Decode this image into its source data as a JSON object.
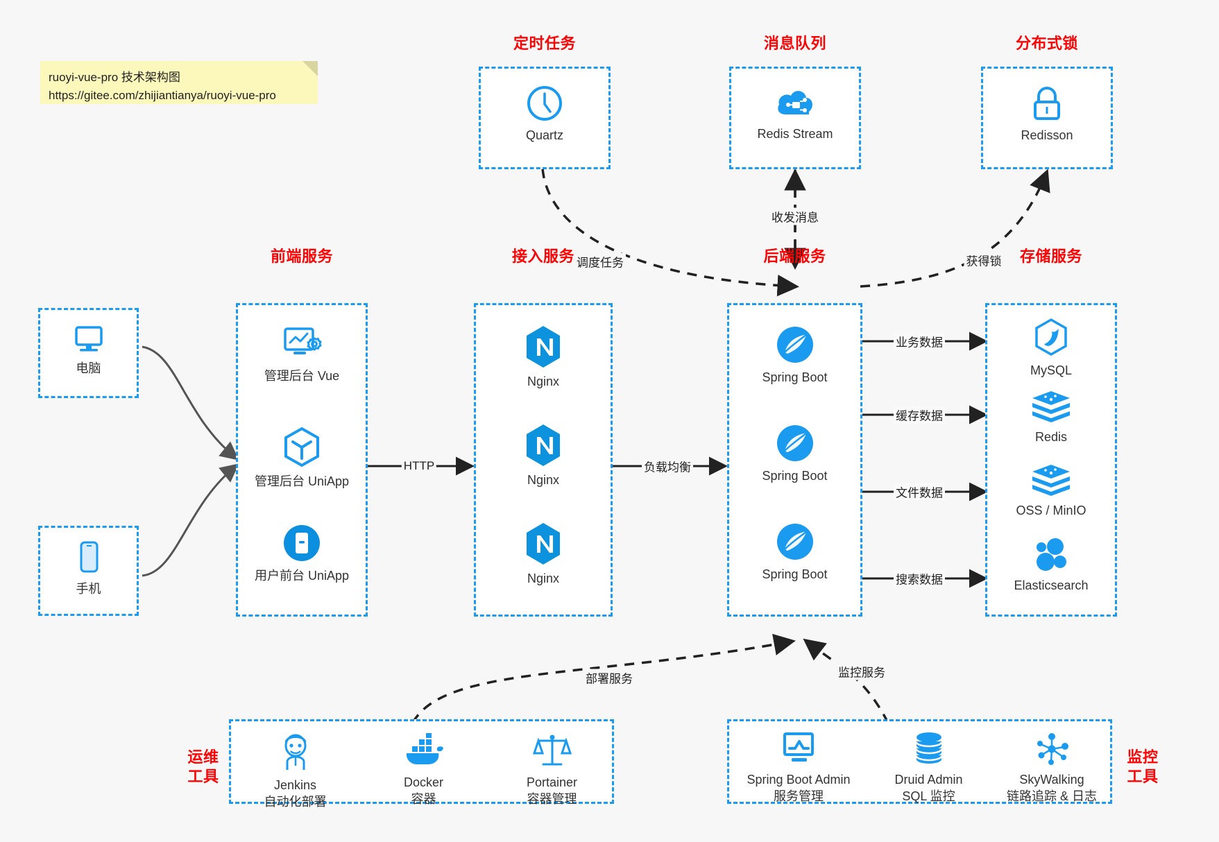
{
  "note": {
    "line1": "ruoyi-vue-pro 技术架构图",
    "line2": "https://gitee.com/zhijiantianya/ruoyi-vue-pro"
  },
  "colors": {
    "accent_blue": "#1a9bf0",
    "title_red": "#fa0505",
    "arrow_gray": "#555555",
    "background": "#f7f7f7",
    "note_yellow": "#fcf7ba"
  },
  "groups": {
    "scheduled_task": {
      "title": "定时任务",
      "items": [
        {
          "label": "Quartz",
          "icon": "clock-icon"
        }
      ]
    },
    "message_queue": {
      "title": "消息队列",
      "items": [
        {
          "label": "Redis Stream",
          "icon": "cloud-stream-icon"
        }
      ]
    },
    "distributed_lock": {
      "title": "分布式锁",
      "items": [
        {
          "label": "Redisson",
          "icon": "lock-icon"
        }
      ]
    },
    "client_pc": {
      "title": "",
      "items": [
        {
          "label": "电脑",
          "icon": "desktop-icon"
        }
      ]
    },
    "client_mobile": {
      "title": "",
      "items": [
        {
          "label": "手机",
          "icon": "phone-icon"
        }
      ]
    },
    "frontend": {
      "title": "前端服务",
      "items": [
        {
          "label": "管理后台 Vue",
          "icon": "dashboard-gear-icon"
        },
        {
          "label": "管理后台 UniApp",
          "icon": "cube-icon"
        },
        {
          "label": "用户前台 UniApp",
          "icon": "mobile-app-icon"
        }
      ]
    },
    "gateway": {
      "title": "接入服务",
      "items": [
        {
          "label": "Nginx",
          "icon": "nginx-icon"
        },
        {
          "label": "Nginx",
          "icon": "nginx-icon"
        },
        {
          "label": "Nginx",
          "icon": "nginx-icon"
        }
      ]
    },
    "backend": {
      "title": "后端服务",
      "items": [
        {
          "label": "Spring Boot",
          "icon": "spring-boot-icon"
        },
        {
          "label": "Spring Boot",
          "icon": "spring-boot-icon"
        },
        {
          "label": "Spring Boot",
          "icon": "spring-boot-icon"
        }
      ]
    },
    "storage": {
      "title": "存储服务",
      "items": [
        {
          "label": "MySQL",
          "icon": "mysql-icon"
        },
        {
          "label": "Redis",
          "icon": "redis-icon"
        },
        {
          "label": "OSS / MinIO",
          "icon": "oss-minio-icon"
        },
        {
          "label": "Elasticsearch",
          "icon": "elasticsearch-icon"
        }
      ]
    },
    "devops": {
      "title": "运维\n工具",
      "title_line1": "运维",
      "title_line2": "工具",
      "items": [
        {
          "label": "Jenkins",
          "sublabel": "自动化部署",
          "icon": "jenkins-icon"
        },
        {
          "label": "Docker",
          "sublabel": "容器",
          "icon": "docker-icon"
        },
        {
          "label": "Portainer",
          "sublabel": "容器管理",
          "icon": "portainer-icon"
        }
      ]
    },
    "monitor": {
      "title_line1": "监控",
      "title_line2": "工具",
      "items": [
        {
          "label": "Spring Boot Admin",
          "sublabel": "服务管理",
          "icon": "monitor-chart-icon"
        },
        {
          "label": "Druid Admin",
          "sublabel": "SQL 监控",
          "icon": "database-icon"
        },
        {
          "label": "SkyWalking",
          "sublabel": "链路追踪 & 日志",
          "icon": "skywalking-icon"
        }
      ]
    }
  },
  "edges": [
    {
      "id": "http",
      "label": "HTTP"
    },
    {
      "id": "load-balance",
      "label": "负载均衡"
    },
    {
      "id": "schedule-task",
      "label": "调度任务"
    },
    {
      "id": "send-receive-message",
      "label": "收发消息"
    },
    {
      "id": "acquire-lock",
      "label": "获得锁"
    },
    {
      "id": "business-data",
      "label": "业务数据"
    },
    {
      "id": "cache-data",
      "label": "缓存数据"
    },
    {
      "id": "file-data",
      "label": "文件数据"
    },
    {
      "id": "search-data",
      "label": "搜索数据"
    },
    {
      "id": "deploy-service",
      "label": "部署服务"
    },
    {
      "id": "monitor-service",
      "label": "监控服务"
    }
  ]
}
